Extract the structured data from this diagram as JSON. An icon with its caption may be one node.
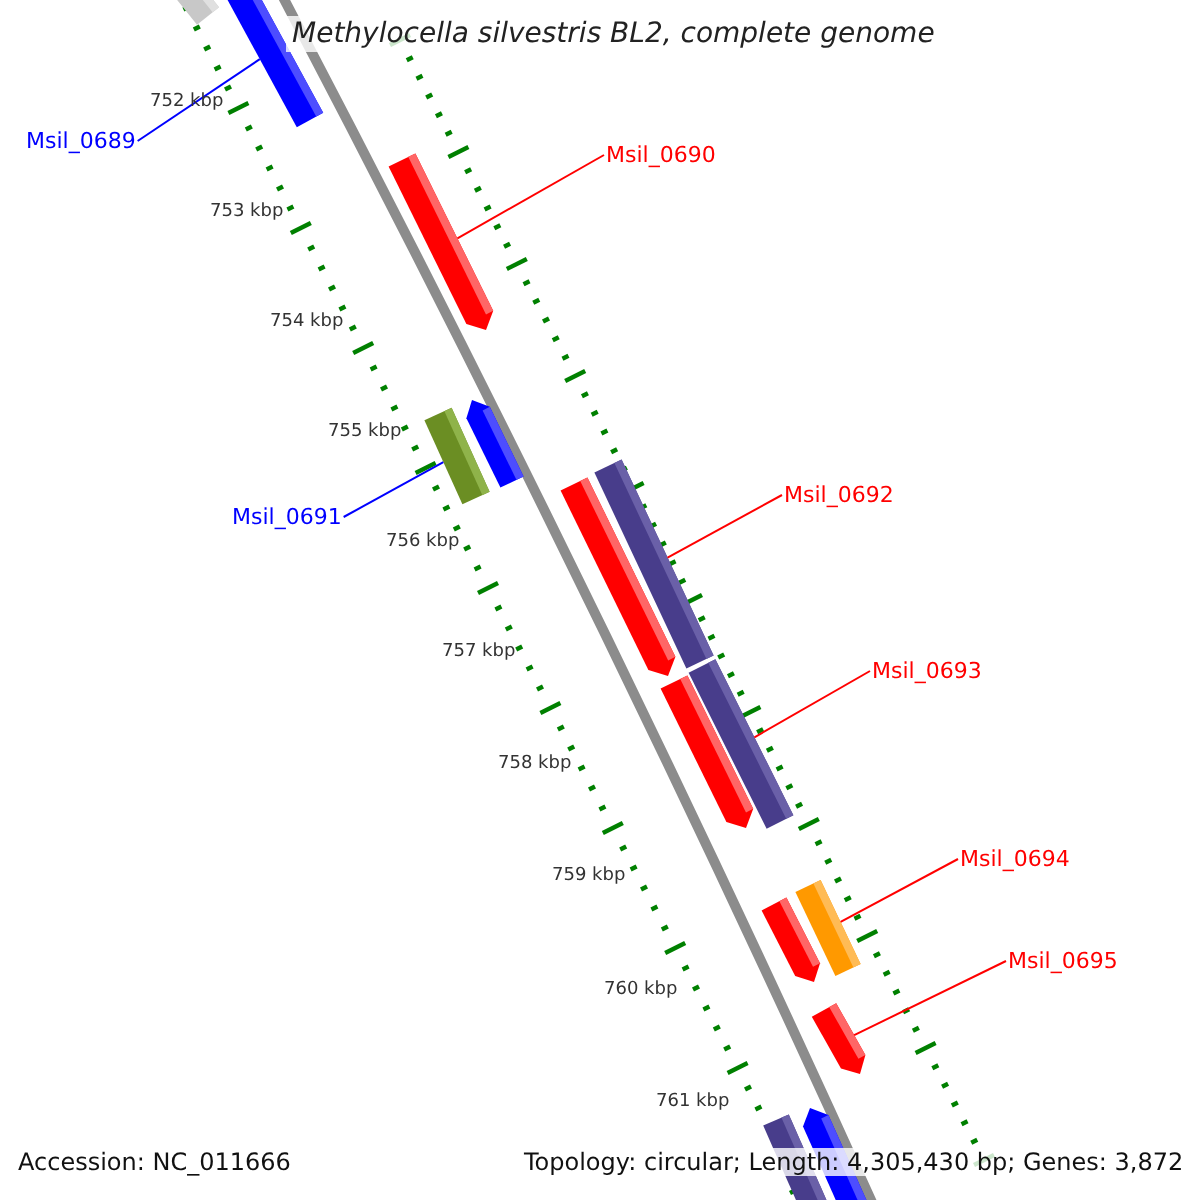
{
  "diagram": {
    "title": "Methylocella silvestris BL2, complete genome",
    "nodes": [
      {
        "text": [
          "Msil_0689"
        ]
      },
      {
        "text": [
          "Msil_0690"
        ]
      },
      {
        "text": [
          "Msil_0691"
        ]
      },
      {
        "text": [
          "Msil_0692"
        ]
      },
      {
        "text": [
          "Msil_0693"
        ]
      },
      {
        "text": [
          "Msil_0694"
        ]
      },
      {
        "text": [
          "Msil_0695"
        ]
      },
      {
        "text": [],
        "shape": "bar"
      },
      {
        "text": [],
        "shape": "bar"
      },
      {
        "text": [],
        "shape": "bar"
      },
      {
        "text": [],
        "shape": "bar"
      },
      {
        "text": [],
        "shape": "bar"
      },
      {
        "text": [],
        "shape": "bar"
      },
      {
        "text": [],
        "shape": "bar"
      },
      {
        "text": [],
        "shape": "bar"
      },
      {
        "text": [],
        "shape": "bar"
      },
      {
        "text": [],
        "shape": "bar"
      },
      {
        "text": [],
        "shape": "bar"
      },
      {
        "text": [],
        "shape": "bar"
      },
      {
        "text": [],
        "shape": "bar"
      },
      {
        "text": [],
        "shape": "bar"
      }
    ],
    "edges": [
      {
        "from": 0,
        "to": 8,
        "arrow": "none",
        "color": "#0000ff"
      },
      {
        "from": 1,
        "to": 9,
        "arrow": "none"
      },
      {
        "from": 2,
        "to": 10,
        "arrow": "none",
        "color": "#0000ff"
      },
      {
        "from": 3,
        "to": 13,
        "arrow": "none"
      },
      {
        "from": 4,
        "to": 15,
        "arrow": "none"
      },
      {
        "from": 5,
        "to": 16,
        "arrow": "none"
      },
      {
        "from": 6,
        "to": 18,
        "arrow": "none"
      }
    ],
    "labels": [
      "752 kbp",
      "753 kbp",
      "754 kbp",
      "755 kbp",
      "756 kbp",
      "757 kbp",
      "758 kbp",
      "759 kbp",
      "760 kbp",
      "761 kbp",
      "Accession: NC_011666",
      "Topology: circular; Length: 4,305,430 bp; Genes: 3,872"
    ]
  }
}
